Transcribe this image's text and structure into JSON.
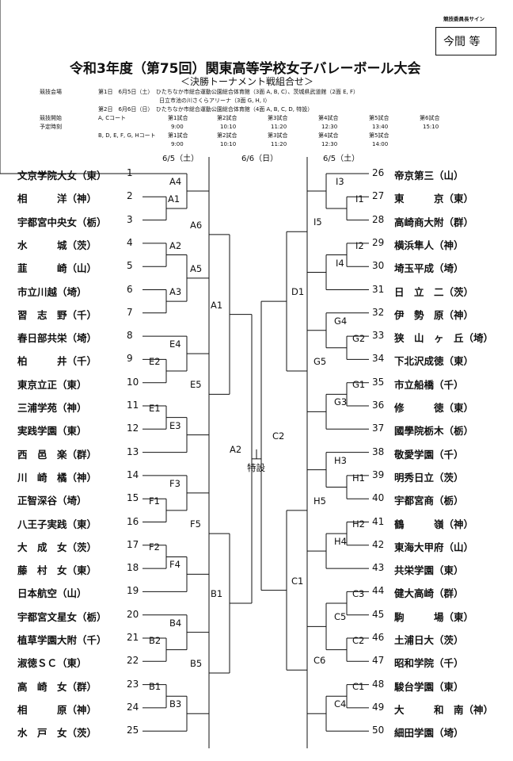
{
  "header": {
    "sign_label": "競技委員長サイン",
    "sign_name": "今間 等",
    "title": "令和3年度（第75回）関東高等学校女子バレーボール大会",
    "subtitle": "＜決勝トーナメント戦組合せ＞"
  },
  "info": {
    "venue_label": "競技会場",
    "venue_lines": [
      "第1日　6月5日（土）　ひたちなか市総合運動公園総合体育館（3面 A, B, C）、茨城県武道館（2面 E, F）",
      "　　　　　　　　　　　日立市池の川さくらアリーナ（3面 G, H, I）",
      "第2日　6月6日（日）　ひたちなか市総合運動公園総合体育館（4面 A, B, C, D, 特設）"
    ],
    "start_label": "競技開始",
    "time_label": "予定時刻",
    "court_group_a": "A, Cコート",
    "court_group_b": "B, D, E, F, G, Hコート",
    "slots_a": [
      {
        "name": "第1試合",
        "time": "9:00"
      },
      {
        "name": "第2試合",
        "time": "10:10"
      },
      {
        "name": "第3試合",
        "time": "11:20"
      },
      {
        "name": "第4試合",
        "time": "12:30"
      },
      {
        "name": "第5試合",
        "time": "13:40"
      },
      {
        "name": "第6試合",
        "time": "15:10"
      }
    ],
    "slots_b": [
      {
        "name": "第1試合",
        "time": "9:00"
      },
      {
        "name": "第2試合",
        "time": "10:10"
      },
      {
        "name": "第3試合",
        "time": "11:20"
      },
      {
        "name": "第4試合",
        "time": "12:30"
      },
      {
        "name": "第5試合",
        "time": "14:00"
      }
    ]
  },
  "dates": {
    "left": "6/5（土）",
    "center": "6/6（日）",
    "right": "6/5（土）"
  },
  "left_teams": [
    {
      "num": "1",
      "name": "文京学院大女（東）"
    },
    {
      "num": "2",
      "name": "相　　　洋（神）"
    },
    {
      "num": "3",
      "name": "宇都宮中央女（栃）"
    },
    {
      "num": "4",
      "name": "水　　　城（茨）"
    },
    {
      "num": "5",
      "name": "韮　　　崎（山）"
    },
    {
      "num": "6",
      "name": "市立川越（埼）"
    },
    {
      "num": "7",
      "name": "習　志　野（千）"
    },
    {
      "num": "8",
      "name": "春日部共栄（埼）"
    },
    {
      "num": "9",
      "name": "柏　　　井（千）"
    },
    {
      "num": "10",
      "name": "東京立正（東）"
    },
    {
      "num": "11",
      "name": "三浦学苑（神）"
    },
    {
      "num": "12",
      "name": "実践学園（東）"
    },
    {
      "num": "13",
      "name": "西　邑　楽（群）"
    },
    {
      "num": "14",
      "name": "川　崎　橘（神）"
    },
    {
      "num": "15",
      "name": "正智深谷（埼）"
    },
    {
      "num": "16",
      "name": "八王子実践（東）"
    },
    {
      "num": "17",
      "name": "大　成　女（茨）"
    },
    {
      "num": "18",
      "name": "藤　村　女（東）"
    },
    {
      "num": "19",
      "name": "日本航空（山）"
    },
    {
      "num": "20",
      "name": "宇都宮文星女（栃）"
    },
    {
      "num": "21",
      "name": "植草学園大附（千）"
    },
    {
      "num": "22",
      "name": "淑徳ＳＣ（東）"
    },
    {
      "num": "23",
      "name": "高　崎　女（群）"
    },
    {
      "num": "24",
      "name": "相　　　原（神）"
    },
    {
      "num": "25",
      "name": "水　戸　女（茨）"
    }
  ],
  "right_teams": [
    {
      "num": "26",
      "name": "帝京第三（山）"
    },
    {
      "num": "27",
      "name": "東　　　京（東）"
    },
    {
      "num": "28",
      "name": "高崎商大附（群）"
    },
    {
      "num": "29",
      "name": "横浜隼人（神）"
    },
    {
      "num": "30",
      "name": "埼玉平成（埼）"
    },
    {
      "num": "31",
      "name": "日　立　二（茨）"
    },
    {
      "num": "32",
      "name": "伊　勢　原（神）"
    },
    {
      "num": "33",
      "name": "狭　山　ヶ　丘（埼）"
    },
    {
      "num": "34",
      "name": "下北沢成徳（東）"
    },
    {
      "num": "35",
      "name": "市立船橋（千）"
    },
    {
      "num": "36",
      "name": "修　　　徳（東）"
    },
    {
      "num": "37",
      "name": "國學院栃木（栃）"
    },
    {
      "num": "38",
      "name": "敬愛学園（千）"
    },
    {
      "num": "39",
      "name": "明秀日立（茨）"
    },
    {
      "num": "40",
      "name": "宇都宮商（栃）"
    },
    {
      "num": "41",
      "name": "鶴　　　嶺（神）"
    },
    {
      "num": "42",
      "name": "東海大甲府（山）"
    },
    {
      "num": "43",
      "name": "共栄学園（東）"
    },
    {
      "num": "44",
      "name": "健大高崎（群）"
    },
    {
      "num": "45",
      "name": "駒　　　場（東）"
    },
    {
      "num": "46",
      "name": "土浦日大（茨）"
    },
    {
      "num": "47",
      "name": "昭和学院（千）"
    },
    {
      "num": "48",
      "name": "駿台学園（東）"
    },
    {
      "num": "49",
      "name": "大　　　和　南（神）"
    },
    {
      "num": "50",
      "name": "細田学園（埼）"
    }
  ],
  "match_labels": {
    "A4": "A4",
    "A1a": "A1",
    "A2": "A2",
    "A5": "A5",
    "A3": "A3",
    "A6": "A6",
    "A1": "A1",
    "E4": "E4",
    "E2": "E2",
    "E1": "E1",
    "E3": "E3",
    "E5": "E5",
    "F3": "F3",
    "F1": "F1",
    "F2": "F2",
    "F4": "F4",
    "F5": "F5",
    "B4": "B4",
    "B2": "B2",
    "B1a": "B1",
    "B3": "B3",
    "B5": "B5",
    "B1": "B1",
    "finalL": "A2",
    "finalR": "C2",
    "special": "特設",
    "I3": "I3",
    "I1": "I1",
    "I2": "I2",
    "I4": "I4",
    "I5": "I5",
    "G4": "G4",
    "G2": "G2",
    "G1": "G1",
    "G3": "G3",
    "G5": "G5",
    "D1": "D1",
    "H3": "H3",
    "H1": "H1",
    "H2": "H2",
    "H4": "H4",
    "H5": "H5",
    "C3": "C3",
    "C5": "C5",
    "C2": "C2",
    "C1a": "C1",
    "C4": "C4",
    "C6": "C6",
    "C1": "C1"
  }
}
